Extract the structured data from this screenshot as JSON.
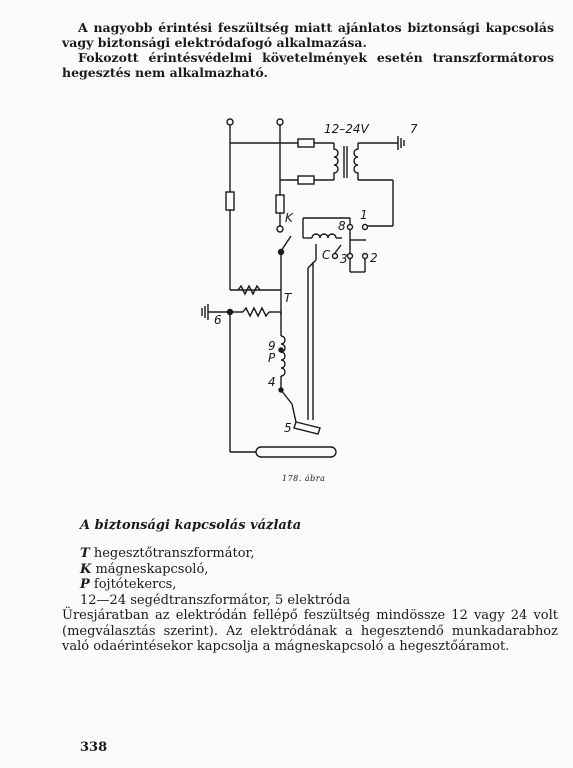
{
  "intro": {
    "para1": "A nagyobb érintési feszültség miatt ajánlatos biztonsági kapcsolás vagy biztonsági elektródafogó alkalmazása.",
    "para2": "Fokozott érintésvédelmi követelmények esetén transzformátoros hegesztés nem alkalmazható."
  },
  "figure": {
    "labels": {
      "voltage": "12–24V",
      "n7": "7",
      "n1": "1",
      "n8": "8",
      "nK": "K",
      "nC": "C",
      "n3": "3",
      "n2": "2",
      "nT": "T",
      "n6": "6",
      "n9": "9",
      "nP": "P",
      "n4": "4",
      "n5": "5"
    },
    "caption": "178. ábra"
  },
  "section_title": "A biztonsági kapcsolás vázlata",
  "legend": {
    "items": [
      {
        "sym": "T",
        "text": " hegesztőtranszformátor,"
      },
      {
        "sym": "K",
        "text": " mágneskapcsoló,"
      },
      {
        "sym": "P",
        "text": " fojtótekercs,"
      },
      {
        "sym": "",
        "text": "12—24 segédtranszformátor, 5 elektróda"
      }
    ],
    "paragraph": "Üresjáratban az elektródán fellépő feszültség mindössze 12 vagy 24 volt (megválasztás szerint). Az elektródának a hegesztendő munkadarabhoz való odaérintésekor kapcsolja a mágneskapcsoló a hegesztőáramot."
  },
  "page_number": "338"
}
